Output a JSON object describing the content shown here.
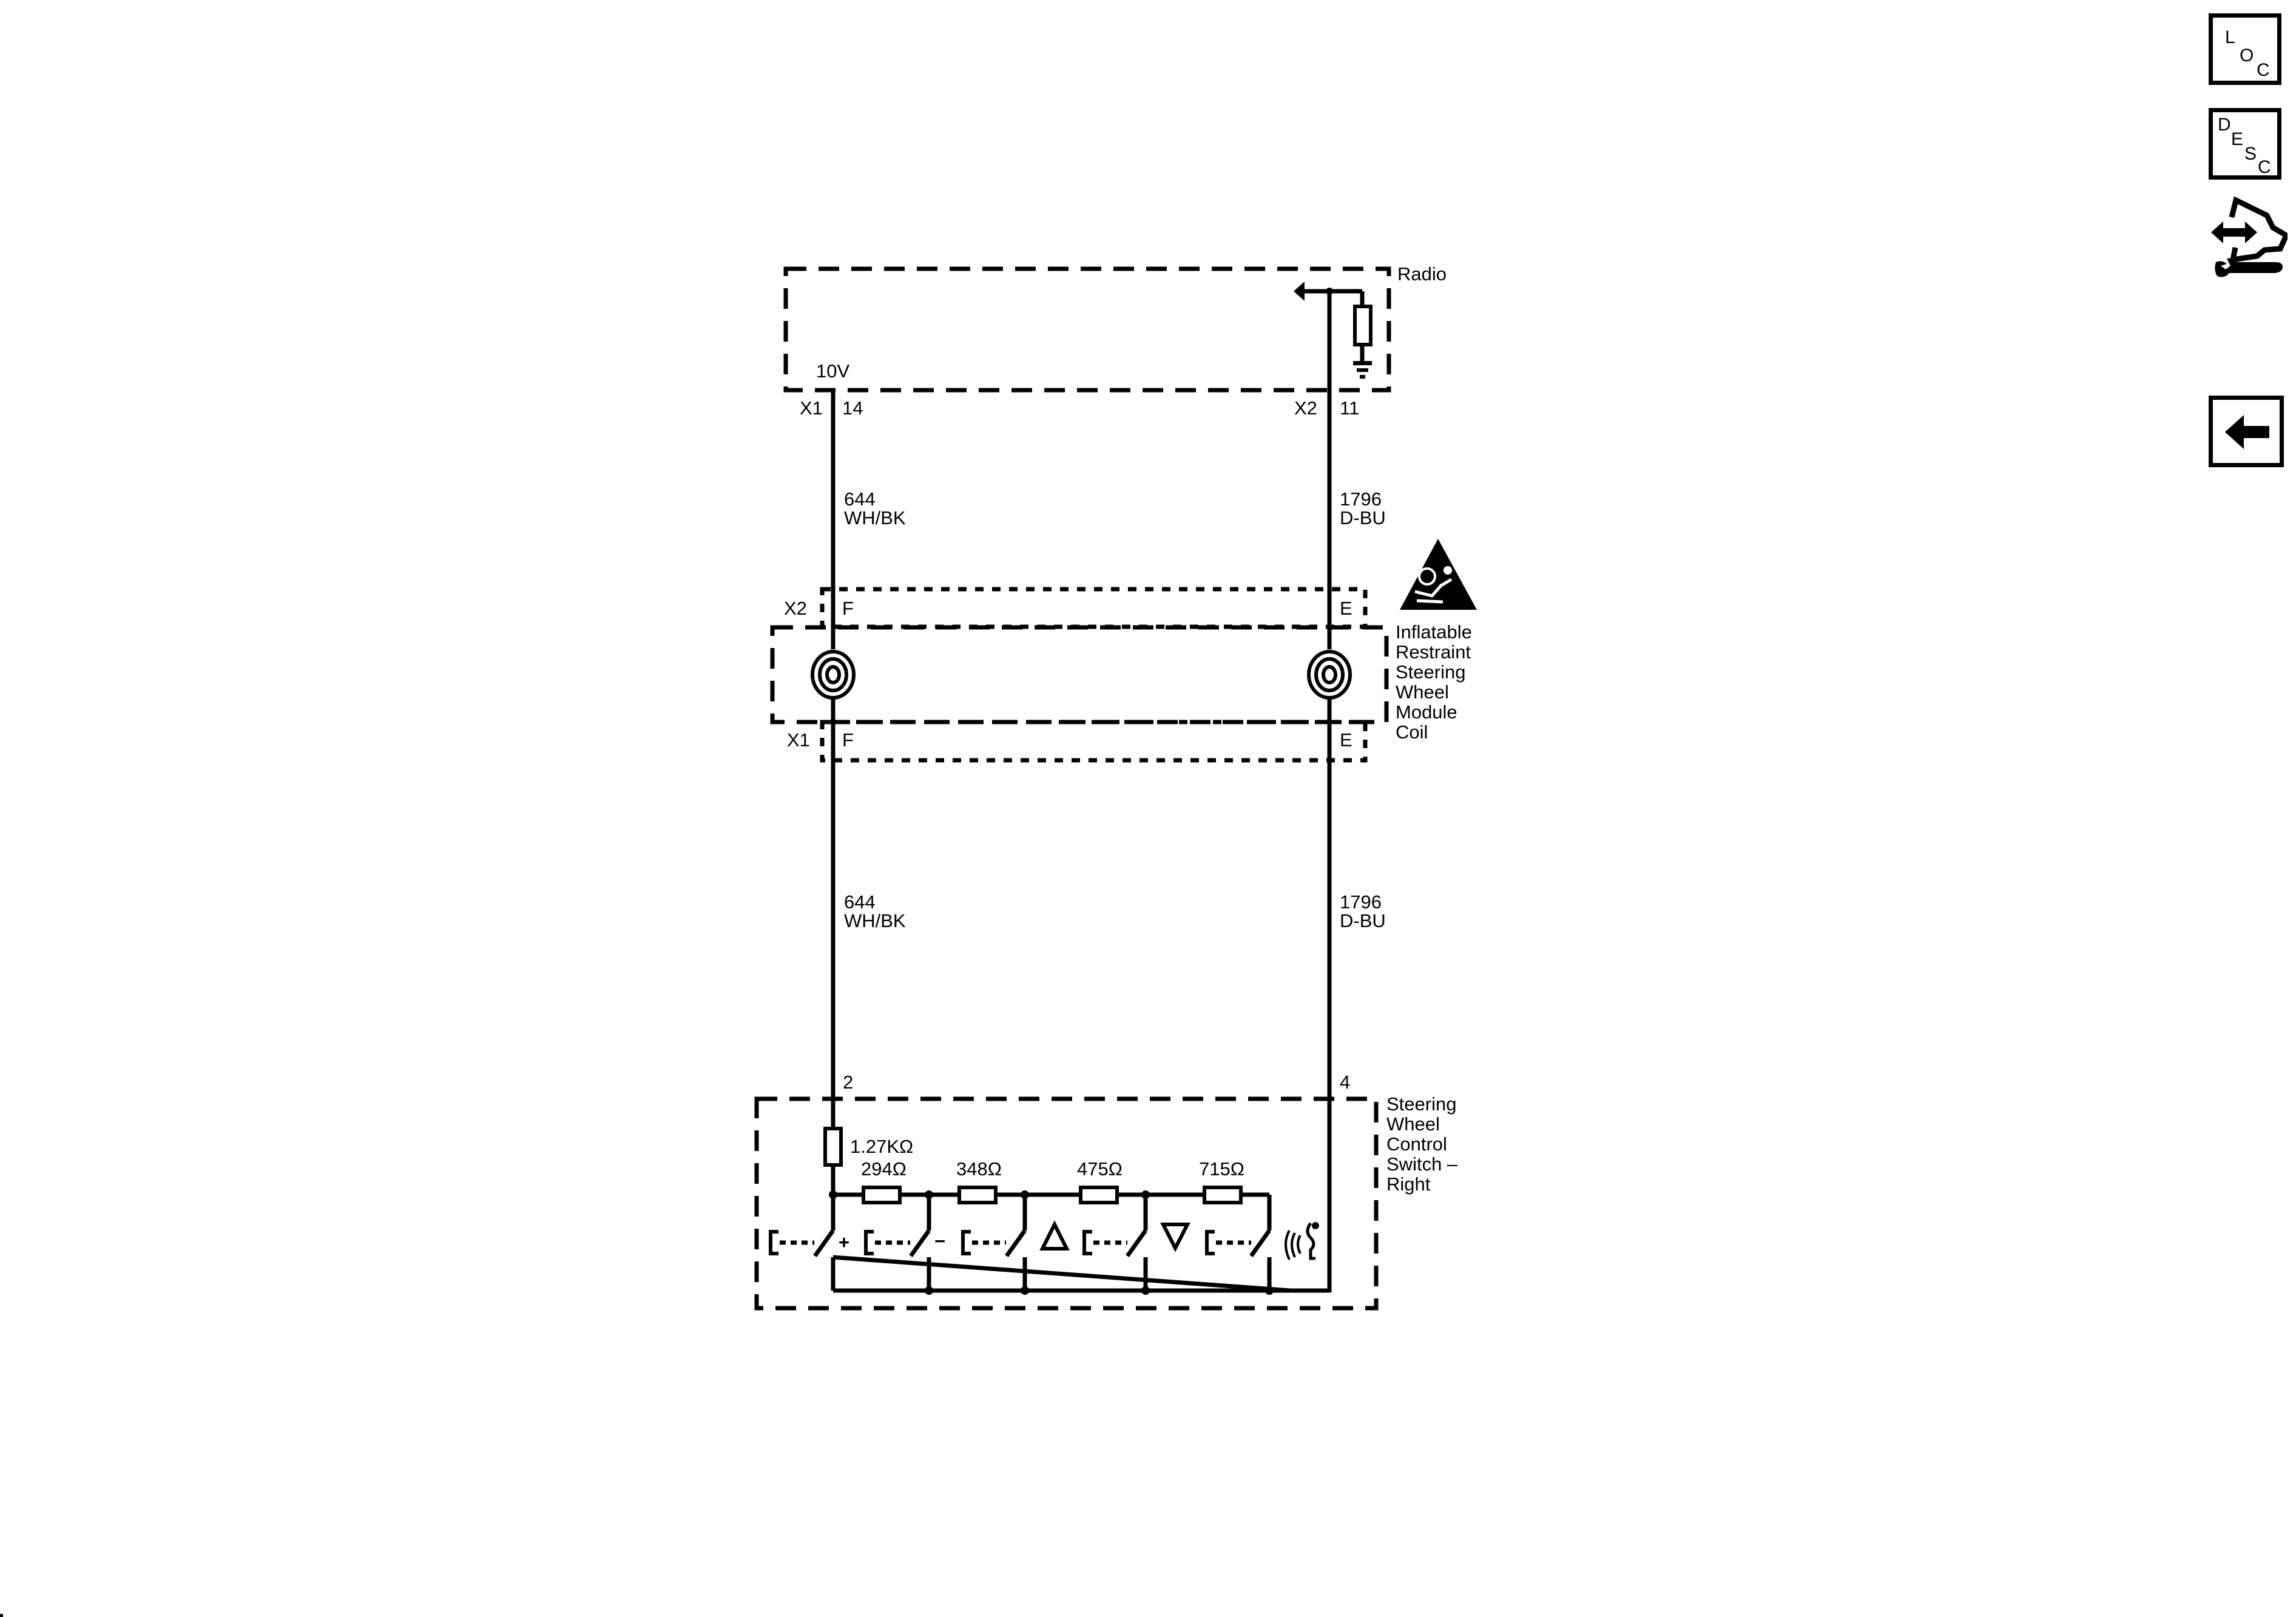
{
  "diagram": {
    "components": {
      "radio": {
        "label": "Radio",
        "voltage": "10V"
      },
      "coil": {
        "label_lines": [
          "Inflatable",
          "Restraint",
          "Steering",
          "Wheel",
          "Module",
          "Coil"
        ]
      },
      "switch": {
        "label_lines": [
          "Steering",
          "Wheel",
          "Control",
          "Switch –",
          "Right"
        ]
      }
    },
    "connectors": {
      "radio_left": {
        "connector": "X1",
        "pin": "14"
      },
      "radio_right": {
        "connector": "X2",
        "pin": "11"
      },
      "coil_top": {
        "connector": "X2",
        "left_pin": "F",
        "right_pin": "E"
      },
      "coil_bottom": {
        "connector": "X1",
        "left_pin": "F",
        "right_pin": "E"
      },
      "switch_left_pin": "2",
      "switch_right_pin": "4"
    },
    "wires": {
      "upper_left": {
        "circuit": "644",
        "color": "WH/BK"
      },
      "upper_right": {
        "circuit": "1796",
        "color": "D-BU"
      },
      "lower_left": {
        "circuit": "644",
        "color": "WH/BK"
      },
      "lower_right": {
        "circuit": "1796",
        "color": "D-BU"
      }
    },
    "resistors": {
      "series": "1.27KΩ",
      "ladder": [
        "294Ω",
        "348Ω",
        "475Ω",
        "715Ω"
      ]
    },
    "switch_symbols": [
      "+",
      "−",
      "△",
      "▽",
      "voice"
    ]
  },
  "sidebar": {
    "loc_button": {
      "letters": [
        "L",
        "O",
        "C"
      ]
    },
    "desc_button": {
      "letters": [
        "D",
        "E",
        "S",
        "C"
      ]
    },
    "connector_repair_icon": "connector-wrench-icon",
    "back_button": "back-arrow-icon"
  }
}
